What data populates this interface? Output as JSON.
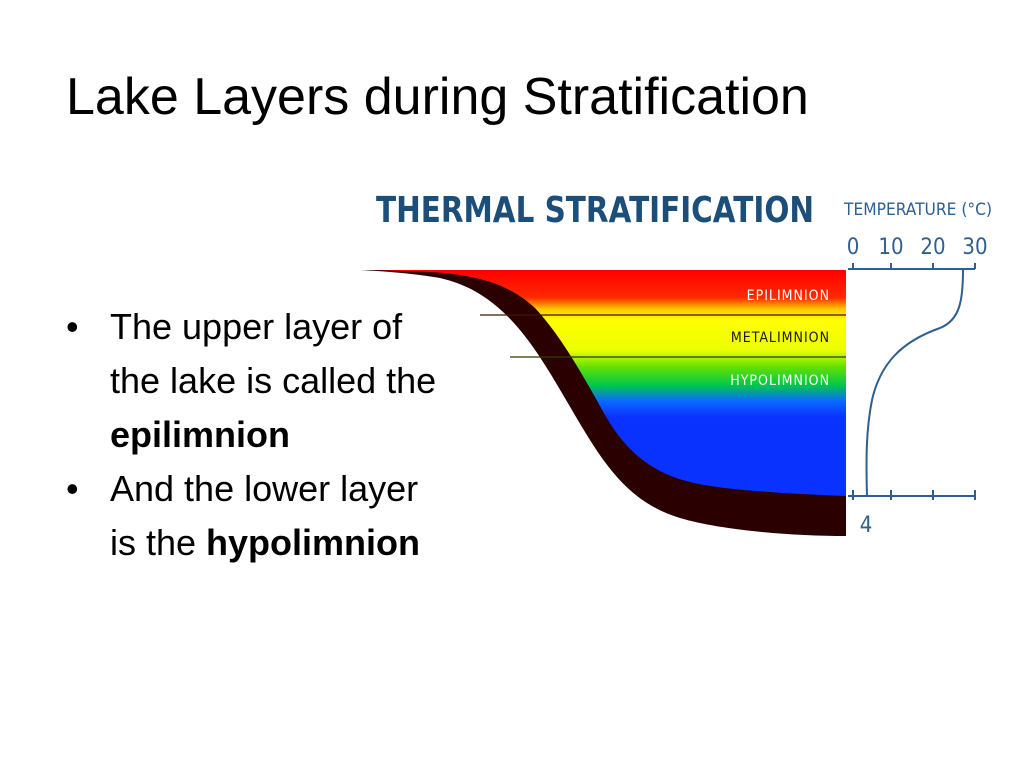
{
  "slide": {
    "title": "Lake Layers during Stratification",
    "bullets": [
      {
        "text": "The upper layer of the lake is called the ",
        "bold": "epilimnion"
      },
      {
        "text": "And the lower layer is the ",
        "bold": "hypolimnion"
      }
    ]
  },
  "diagram": {
    "heading": "THERMAL STRATIFICATION",
    "temperature_axis": {
      "label": "TEMPERATURE (°C)",
      "ticks": [
        "0",
        "10",
        "20",
        "30"
      ],
      "bottom_value": "4"
    },
    "layers": [
      {
        "name": "EPILIMNION",
        "color": "#ff1a00"
      },
      {
        "name": "METALIMNION",
        "color": "#ffff00"
      },
      {
        "name": "HYPOLIMNION",
        "color": "#0a32ff"
      }
    ],
    "colors": {
      "sediment": "#2a0000",
      "profile_line": "#2f5f8f",
      "heading": "#1b4f7a"
    }
  }
}
